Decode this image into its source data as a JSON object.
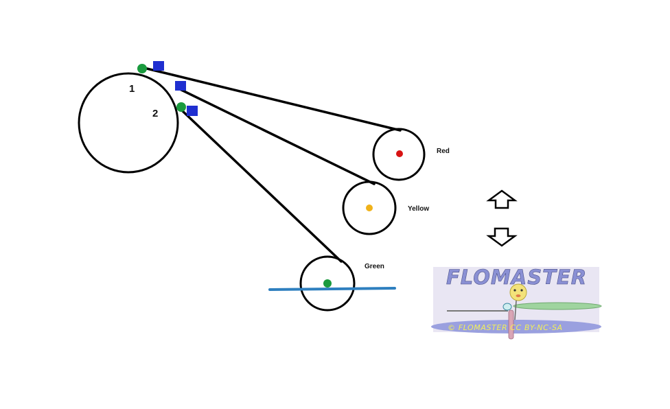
{
  "labels": {
    "one": "1",
    "two": "2",
    "red": "Red",
    "yellow": "Yellow",
    "green": "Green"
  },
  "logo": {
    "title": "FLOMASTER",
    "footer": "© FLOMASTER CC BY-NC-SA"
  },
  "colors": {
    "line": "#000000",
    "green_dot": "#1a9a3e",
    "blue_square": "#1f2fd0",
    "red_dot": "#d81313",
    "yellow_dot": "#f0b21a",
    "bar": "#2e7fbf",
    "logo_bg": "#e9e6f3",
    "logo_text": "#8a90d4",
    "logo_footer_bg": "#9aa0df",
    "logo_footer_text": "#f2ef57"
  },
  "icons": {
    "up": "up-arrow-icon",
    "down": "down-arrow-icon"
  }
}
